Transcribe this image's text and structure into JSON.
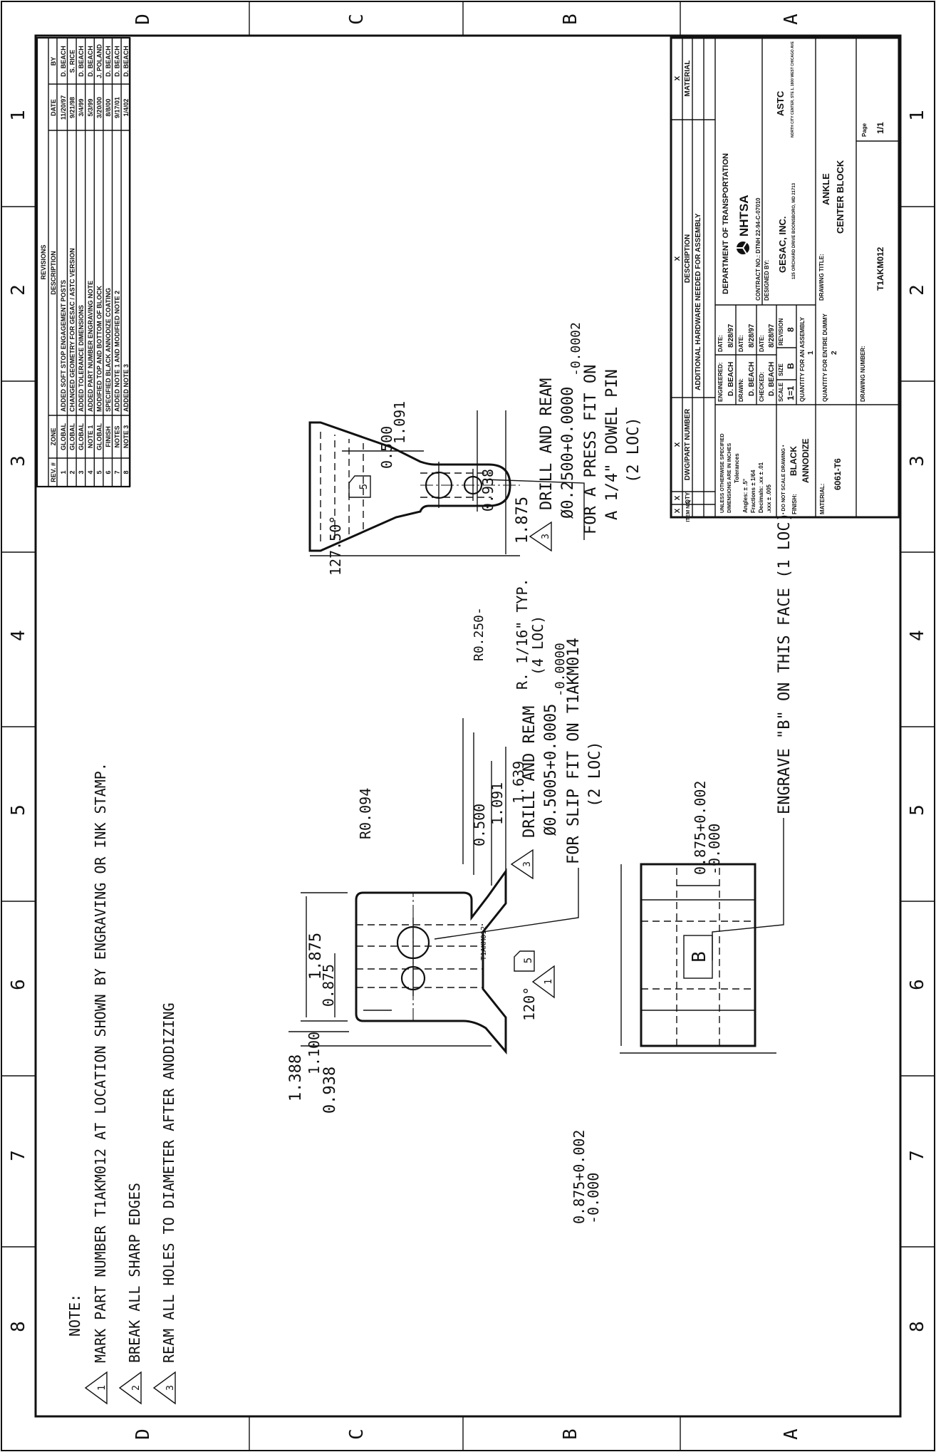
{
  "zones": {
    "top_letters": [
      "D",
      "C",
      "B",
      "A"
    ],
    "bottom_letters": [
      "D",
      "C",
      "B",
      "A"
    ],
    "numbers": [
      "1",
      "2",
      "3",
      "4",
      "5",
      "6",
      "7",
      "8"
    ]
  },
  "notes": {
    "heading": "NOTE:",
    "items": [
      {
        "num": "1",
        "text": "MARK PART NUMBER T1AKM012 AT LOCATION SHOWN BY ENGRAVING OR INK STAMP."
      },
      {
        "num": "2",
        "text": "BREAK ALL SHARP EDGES"
      },
      {
        "num": "3",
        "text": "REAM ALL HOLES TO DIAMETER AFTER ANODIZING"
      }
    ]
  },
  "revisions": {
    "title": "REVISIONS",
    "headers": [
      "REV. #",
      "ZONE",
      "DESCRIPTION",
      "DATE",
      "BY"
    ],
    "rows": [
      [
        "1",
        "GLOBAL",
        "ADDED SOFT STOP ENGAGEMENT POSTS",
        "11/20/97",
        "D. BEACH"
      ],
      [
        "2",
        "GLOBAL",
        "CHANGED GEOMETRY FOR GESAC / ASTC VERSION",
        "9/21/98",
        "S. RICE"
      ],
      [
        "3",
        "GLOBAL",
        "ADDED TOLERANCE DIMENSIONS",
        "3/4/99",
        "D. BEACH"
      ],
      [
        "4",
        "NOTE 1",
        "ADDED PART NUMBER ENGRAVING NOTE",
        "5/3/99",
        "D. BEACH"
      ],
      [
        "5",
        "GLOBAL",
        "MODIFIED TOP AND BOTTOM OF BLOCK",
        "3/20/00",
        "J. POLAND"
      ],
      [
        "6",
        "FINISH",
        "SPECIFIED BLACK ANNODIZE COATING",
        "8/8/00",
        "D. BEACH"
      ],
      [
        "7",
        "NOTES",
        "ADDED NOTE 1 AND MODIFIED NOTE 2",
        "9/17/01",
        "D. BEACH"
      ],
      [
        "8",
        "NOTE 3",
        "ADDED NOTE 3",
        "1/4/02",
        "D. BEACH"
      ]
    ]
  },
  "title_block": {
    "bom_header": {
      "item": "ITEM NO.",
      "qty": "QTY",
      "part": "DWG/PART NUMBER",
      "desc": "DESCRIPTION",
      "material": "MATERIAL"
    },
    "x_mark": "X",
    "hardware_note": "ADDITIONAL HARDWARE NEEDED FOR ASSEMBLY",
    "tolerances": [
      "UNLESS OTHERWISE SPECIFIED",
      "DIMENSIONS ARE IN INCHES",
      "Tolerances",
      "Angles: ± .5°",
      "Fractions ± 1/64",
      "Decimals: .xx ± .01",
      "     .xxx ± .005"
    ],
    "engineered_label": "ENGINEERED:",
    "engineered": "D. BEACH",
    "engineered_date_label": "DATE:",
    "engineered_date": "8/28/97",
    "drawn_label": "DRAWN:",
    "drawn": "D. BEACH",
    "drawn_date_label": "DATE:",
    "drawn_date": "8/28/97",
    "checked_label": "CHECKED:",
    "checked": "D. BEACH",
    "checked_date_label": "DATE:",
    "checked_date": "8/28/97",
    "dept": "DEPARTMENT OF TRANSPORTATION",
    "agency": "NHTSA",
    "contract": "CONTRACT NO.: DTNH 22-94-C-07010",
    "designed_by": "DESIGNED BY:",
    "company": "GESAC, INC.",
    "company_addr": "125 ORCHARD DRIVE  BOONSBORO, MD 21713",
    "astc": "ASTC",
    "astc_addr": "NORTH CITY CENTER, STE 1, 1800 WEST CHICAGO AVE",
    "no_scale": "• DO NOT SCALE DRAWING •",
    "scale_label": "SCALE",
    "scale": "1=1",
    "size_label": "SIZE",
    "size": "B",
    "revision_label": "REVISION",
    "revision": "8",
    "finish_label": "FINISH:",
    "finish_1": "BLACK",
    "finish_2": "ANNODIZE",
    "qty_assy_label": "QUANTITY FOR AN ASSEMBLY",
    "qty_assy": "1",
    "drawing_title_label": "DRAWING TITLE:",
    "drawing_title_1": "ANKLE",
    "drawing_title_2": "CENTER BLOCK",
    "material_label": "MATERIAL:",
    "material": "6061-T6",
    "qty_dummy_label": "QUANTITY FOR ENTIRE DUMMY",
    "qty_dummy": "2",
    "drawing_number_label": "DRAWING NUMBER:",
    "drawing_number": "T1AKM012",
    "page_label": "Page",
    "page": "1/1"
  },
  "view_top": {
    "dims": {
      "d1875": "1.875",
      "d0938": "0.938",
      "d0500": "0.500",
      "d1091": "1.091",
      "angle": "127.50°",
      "r0250": "R0.250-",
      "rtyp_1": "R. 1/16\" TYP.",
      "rtyp_2": "(4 LOC)"
    },
    "rev_flag": "5",
    "note3": {
      "line1": "DRILL AND REAM",
      "line2": "Ø0.2500+0.0000",
      "line2b": "-0.0002",
      "line3": "FOR A PRESS FIT ON",
      "line4": "A 1/4\" DOWEL PIN",
      "line5": "(2 LOC)"
    }
  },
  "view_side": {
    "dims": {
      "d1875": "1.875",
      "d0875": "0.875",
      "d0938": "0.938",
      "d1100": "1.100",
      "d1388": "1.388",
      "d0500": "0.500",
      "d1091": "1.091",
      "d1639": "1.639",
      "r0094": "R0.094",
      "angle": "120°"
    },
    "part_mark": "T1AKM012",
    "rev_flag": "5",
    "note1_flag": "1",
    "note3": {
      "line1": "DRILL AND REAM",
      "line2": "Ø0.5005+0.0005",
      "line2b": "-0.0000",
      "line3": "FOR SLIP FIT ON T1AKM014",
      "line4": "(2 LOC)"
    }
  },
  "view_bottom": {
    "dim_a": "0.875+0.002",
    "dim_a2": "-0.000",
    "dim_b": "0.875+0.002",
    "dim_b2": "-0.000",
    "engrave": "ENGRAVE \"B\" ON THIS FACE (1 LOC)",
    "letter": "B"
  }
}
